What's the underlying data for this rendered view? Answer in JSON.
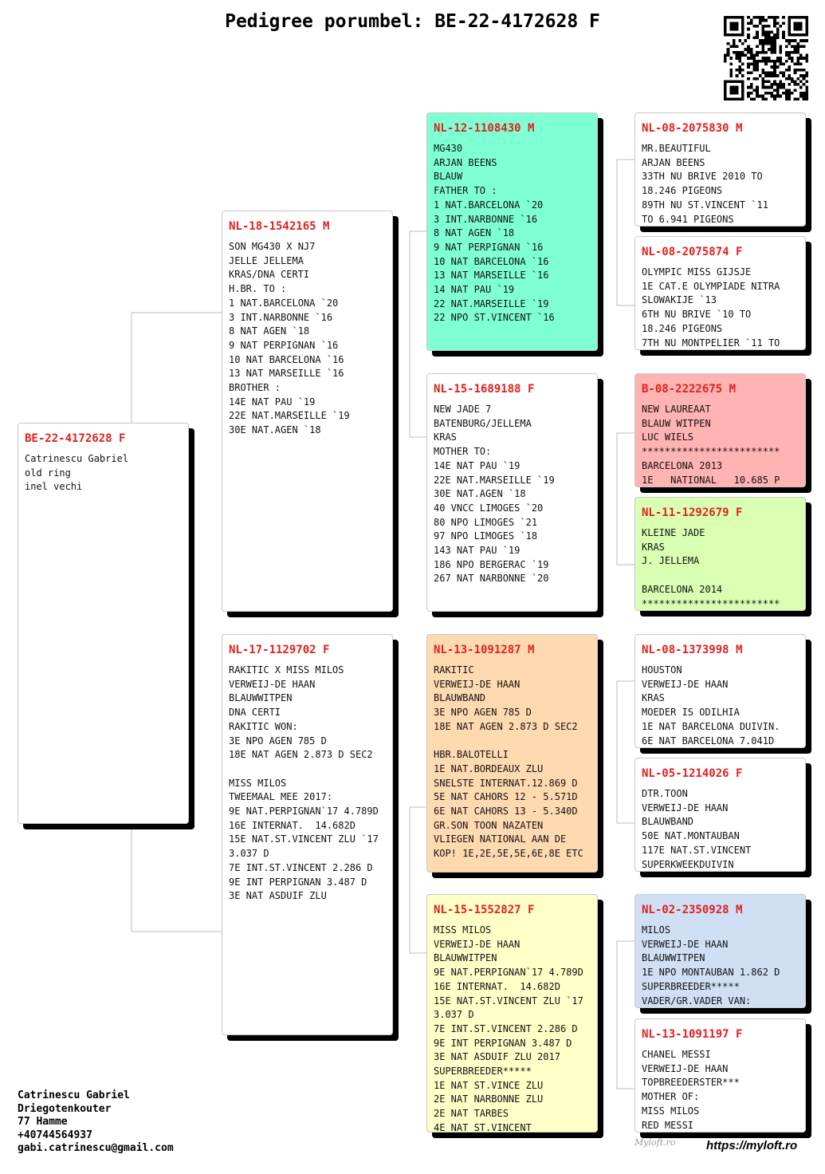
{
  "title": "Pedigree porumbel: BE-22-4172628 F",
  "colors": {
    "ring": "#e0211f"
  },
  "subject": {
    "ring": "BE-22-4172628 F",
    "info": "Catrinescu Gabriel\nold ring\ninel vechi"
  },
  "sire": {
    "ring": "NL-18-1542165 M",
    "info": "SON MG430 X NJ7\nJELLE JELLEMA\nKRAS/DNA CERTI\nH.BR. TO :\n1 NAT.BARCELONA `20\n3 INT.NARBONNE `16\n8 NAT AGEN `18\n9 NAT PERPIGNAN `16\n10 NAT BARCELONA `16\n13 NAT MARSEILLE `16\nBROTHER :\n14E NAT PAU `19\n22E NAT.MARSEILLE `19\n30E NAT.AGEN `18"
  },
  "dam": {
    "ring": "NL-17-1129702 F",
    "info": "RAKITIC X MISS MILOS\nVERWEIJ-DE HAAN\nBLAUWWITPEN\nDNA CERTI\nRAKITIC WON:\n3E NPO AGEN 785 D\n18E NAT AGEN 2.873 D SEC2\n\nMISS MILOS\nTWEEMAAL MEE 2017:\n9E NAT.PERPIGNAN`17 4.789D\n16E INTERNAT.  14.682D\n15E NAT.ST.VINCENT ZLU `17\n3.037 D\n7E INT.ST.VINCENT 2.286 D\n9E INT PERPIGNAN 3.487 D\n3E NAT ASDUIF ZLU"
  },
  "gen2": [
    {
      "ring": "NL-12-1108430 M",
      "color": "#7fffd4",
      "info": "MG430\nARJAN BEENS\nBLAUW\nFATHER TO :\n1 NAT.BARCELONA `20\n3 INT.NARBONNE `16\n8 NAT AGEN `18\n9 NAT PERPIGNAN `16\n10 NAT BARCELONA `16\n13 NAT MARSEILLE `16\n14 NAT PAU `19\n22 NAT.MARSEILLE `19\n22 NPO ST.VINCENT `16"
    },
    {
      "ring": "NL-15-1689188 F",
      "color": "#ffffff",
      "info": "NEW JADE 7\nBATENBURG/JELLEMA\nKRAS\nMOTHER TO:\n14E NAT PAU `19\n22E NAT.MARSEILLE `19\n30E NAT.AGEN `18\n40 VNCC LIMOGES `20\n80 NPO LIMOGES `21\n97 NPO LIMOGES `18\n143 NAT PAU `19\n186 NPO BERGERAC `19\n267 NAT NARBONNE `20"
    },
    {
      "ring": "NL-13-1091287 M",
      "color": "#ffdab0",
      "info": "RAKITIC\nVERWEIJ-DE HAAN\nBLAUWBAND\n3E NPO AGEN 785 D\n18E NAT AGEN 2.873 D SEC2\n\nHBR.BALOTELLI\n1E NAT.BORDEAUX ZLU\nSNELSTE INTERNAT.12.869 D\n5E NAT CAHORS 12 - 5.571D\n6E NAT CAHORS 13 - 5.340D\nGR.SON TOON NAZATEN\nVLIEGEN NATIONAL AAN DE\nKOP! 1E,2E,5E,5E,6E,8E ETC"
    },
    {
      "ring": "NL-15-1552827 F",
      "color": "#ffffc8",
      "info": "MISS MILOS\nVERWEIJ-DE HAAN\nBLAUWWITPEN\n9E NAT.PERPIGNAN`17 4.789D\n16E INTERNAT.  14.682D\n15E NAT.ST.VINCENT ZLU `17\n3.037 D\n7E INT.ST.VINCENT 2.286 D\n9E INT PERPIGNAN 3.487 D\n3E NAT ASDUIF ZLU 2017\nSUPERBREEDER*****\n1E NAT ST.VINCE ZLU\n2E NAT NARBONNE ZLU\n2E NAT TARBES\n4E NAT ST.VINCENT"
    }
  ],
  "gen3": [
    {
      "ring": "NL-08-2075830 M",
      "color": "#ffffff",
      "info": "MR.BEAUTIFUL\nARJAN BEENS\n33TH NU BRIVE 2010 TO\n18.246 PIGEONS\n89TH NU ST.VINCENT `11\nTO 6.941 PIGEONS"
    },
    {
      "ring": "NL-08-2075874 F",
      "color": "#ffffff",
      "info": "OLYMPIC MISS GIJSJE\n1E CAT.E OLYMPIADE NITRA\nSLOWAKIJE `13\n6TH NU BRIVE `10 TO\n18.246 PIGEONS\n7TH NU MONTPELIER `11 TO"
    },
    {
      "ring": "B-08-2222675 M",
      "color": "#ffb3b3",
      "info": "NEW LAUREAAT\nBLAUW WITPEN\nLUC WIELS\n************************\nBARCELONA 2013\n1E   NATIONAL   10.685 P"
    },
    {
      "ring": "NL-11-1292679 F",
      "color": "#d9ffb3",
      "info": "KLEINE JADE\nKRAS\nJ. JELLEMA\n\nBARCELONA 2014\n************************"
    },
    {
      "ring": "NL-08-1373998 M",
      "color": "#ffffff",
      "info": "HOUSTON\nVERWEIJ-DE HAAN\nKRAS\nMOEDER IS ODILHIA\n1E NAT BARCELONA DUIVIN.\n6E NAT BARCELONA 7.041D"
    },
    {
      "ring": "NL-05-1214026 F",
      "color": "#ffffff",
      "info": "DTR.TOON\nVERWEIJ-DE HAAN\nBLAUWBAND\n50E NAT.MONTAUBAN\n117E NAT.ST.VINCENT\nSUPERKWEEKDUIVIN"
    },
    {
      "ring": "NL-02-2350928 M",
      "color": "#cfe0f5",
      "info": "MILOS\nVERWEIJ-DE HAAN\nBLAUWWITPEN\n1E NPO MONTAUBAN 1.862 D\nSUPERBREEDER*****\nVADER/GR.VADER VAN:"
    },
    {
      "ring": "NL-13-1091197 F",
      "color": "#ffffff",
      "info": "CHANEL MESSI\nVERWEIJ-DE HAAN\nTOPBREEDERSTER***\nMOTHER OF:\nMISS MILOS\nRED MESSI"
    }
  ],
  "contact": {
    "name": "Catrinescu Gabriel",
    "street": "Driegotenkouter",
    "city": "77 Hamme",
    "phone": "+40744564937",
    "email": "gabi.catrinescu@gmail.com"
  },
  "signature": "Myloft.ro",
  "website": "https://myloft.ro"
}
